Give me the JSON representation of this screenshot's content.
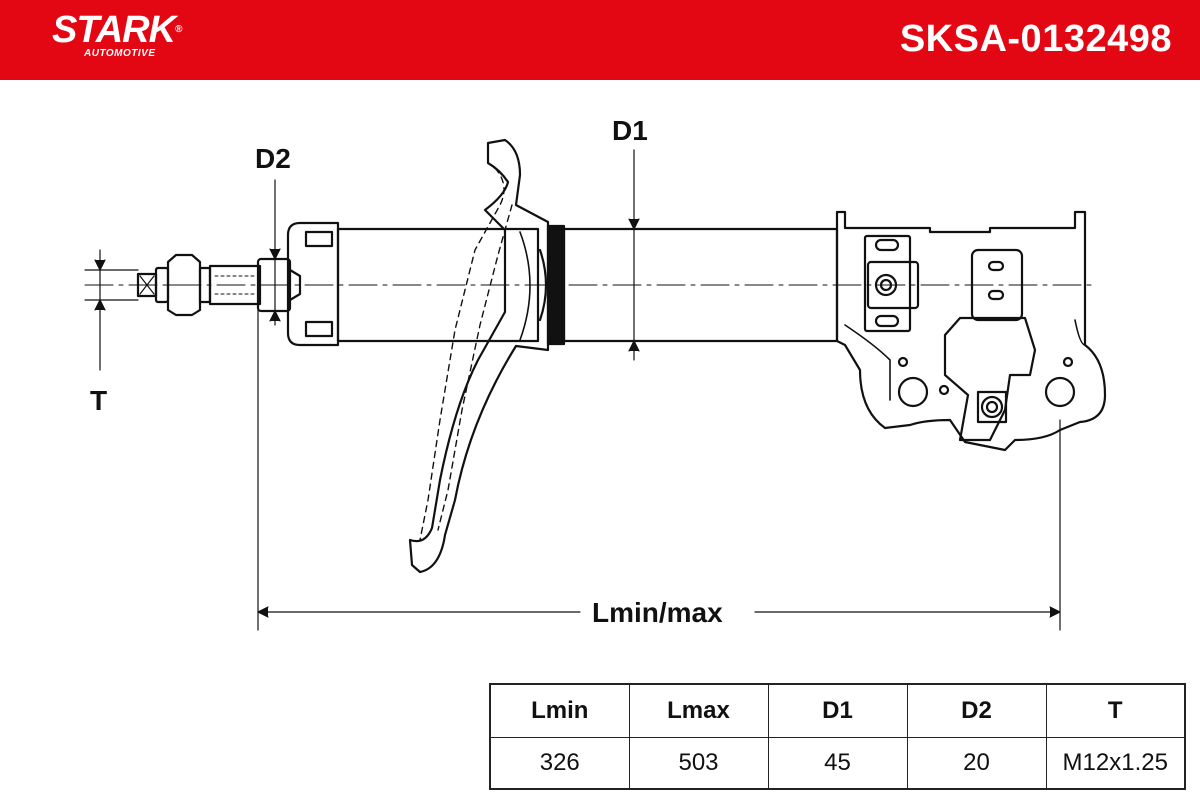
{
  "header": {
    "brand": "STARK",
    "brand_sub": "AUTOMOTIVE",
    "brand_reg": "®",
    "part_number": "SKSA-0132498",
    "bar_color": "#e30613"
  },
  "diagram": {
    "labels": {
      "d1": "D1",
      "d2": "D2",
      "t": "T",
      "length": "Lmin/max"
    }
  },
  "specs": {
    "headers": [
      "Lmin",
      "Lmax",
      "D1",
      "D2",
      "T"
    ],
    "values": [
      "326",
      "503",
      "45",
      "20",
      "M12x1.25"
    ]
  }
}
